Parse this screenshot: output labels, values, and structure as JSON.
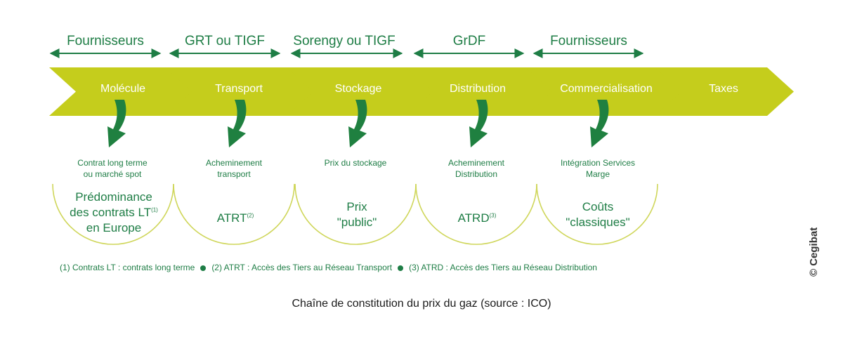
{
  "colors": {
    "chevron": "#c5cd1c",
    "dark_green": "#1e7d45",
    "arrow_green": "#1f8040",
    "arc": "#cfd65a"
  },
  "actors": [
    "Fournisseurs",
    "GRT ou TIGF",
    "Sorengy ou TIGF",
    "GrDF",
    "Fournisseurs"
  ],
  "stages": [
    "Molécule",
    "Transport",
    "Stockage",
    "Distribution",
    "Commercialisation",
    "Taxes"
  ],
  "descriptions": [
    [
      "Contrat long terme",
      "ou marché spot"
    ],
    [
      "Acheminement",
      "transport"
    ],
    [
      "Prix du stockage"
    ],
    [
      "Acheminement",
      "Distribution"
    ],
    [
      "Intégration Services",
      "Marge"
    ]
  ],
  "items": [
    {
      "lines": [
        "Prédominance",
        "des contrats LT",
        "en Europe"
      ],
      "sup": "(1)",
      "sup_line": 1
    },
    {
      "lines": [
        "ATRT"
      ],
      "sup": "(2)",
      "sup_line": 0
    },
    {
      "lines": [
        "Prix",
        "\"public\""
      ],
      "sup": "",
      "sup_line": -1
    },
    {
      "lines": [
        "ATRD"
      ],
      "sup": "(3)",
      "sup_line": 0
    },
    {
      "lines": [
        "Coûts",
        "\"classiques\""
      ],
      "sup": "",
      "sup_line": -1
    }
  ],
  "notes": [
    "(1) Contrats LT : contrats long terme",
    "(2) ATRT : Accès des Tiers au Réseau Transport",
    "(3) ATRD : Accès des Tiers au Réseau Distribution"
  ],
  "caption": "Chaîne de constitution du prix du gaz (source : ICO)",
  "credit": "© Cegibat"
}
